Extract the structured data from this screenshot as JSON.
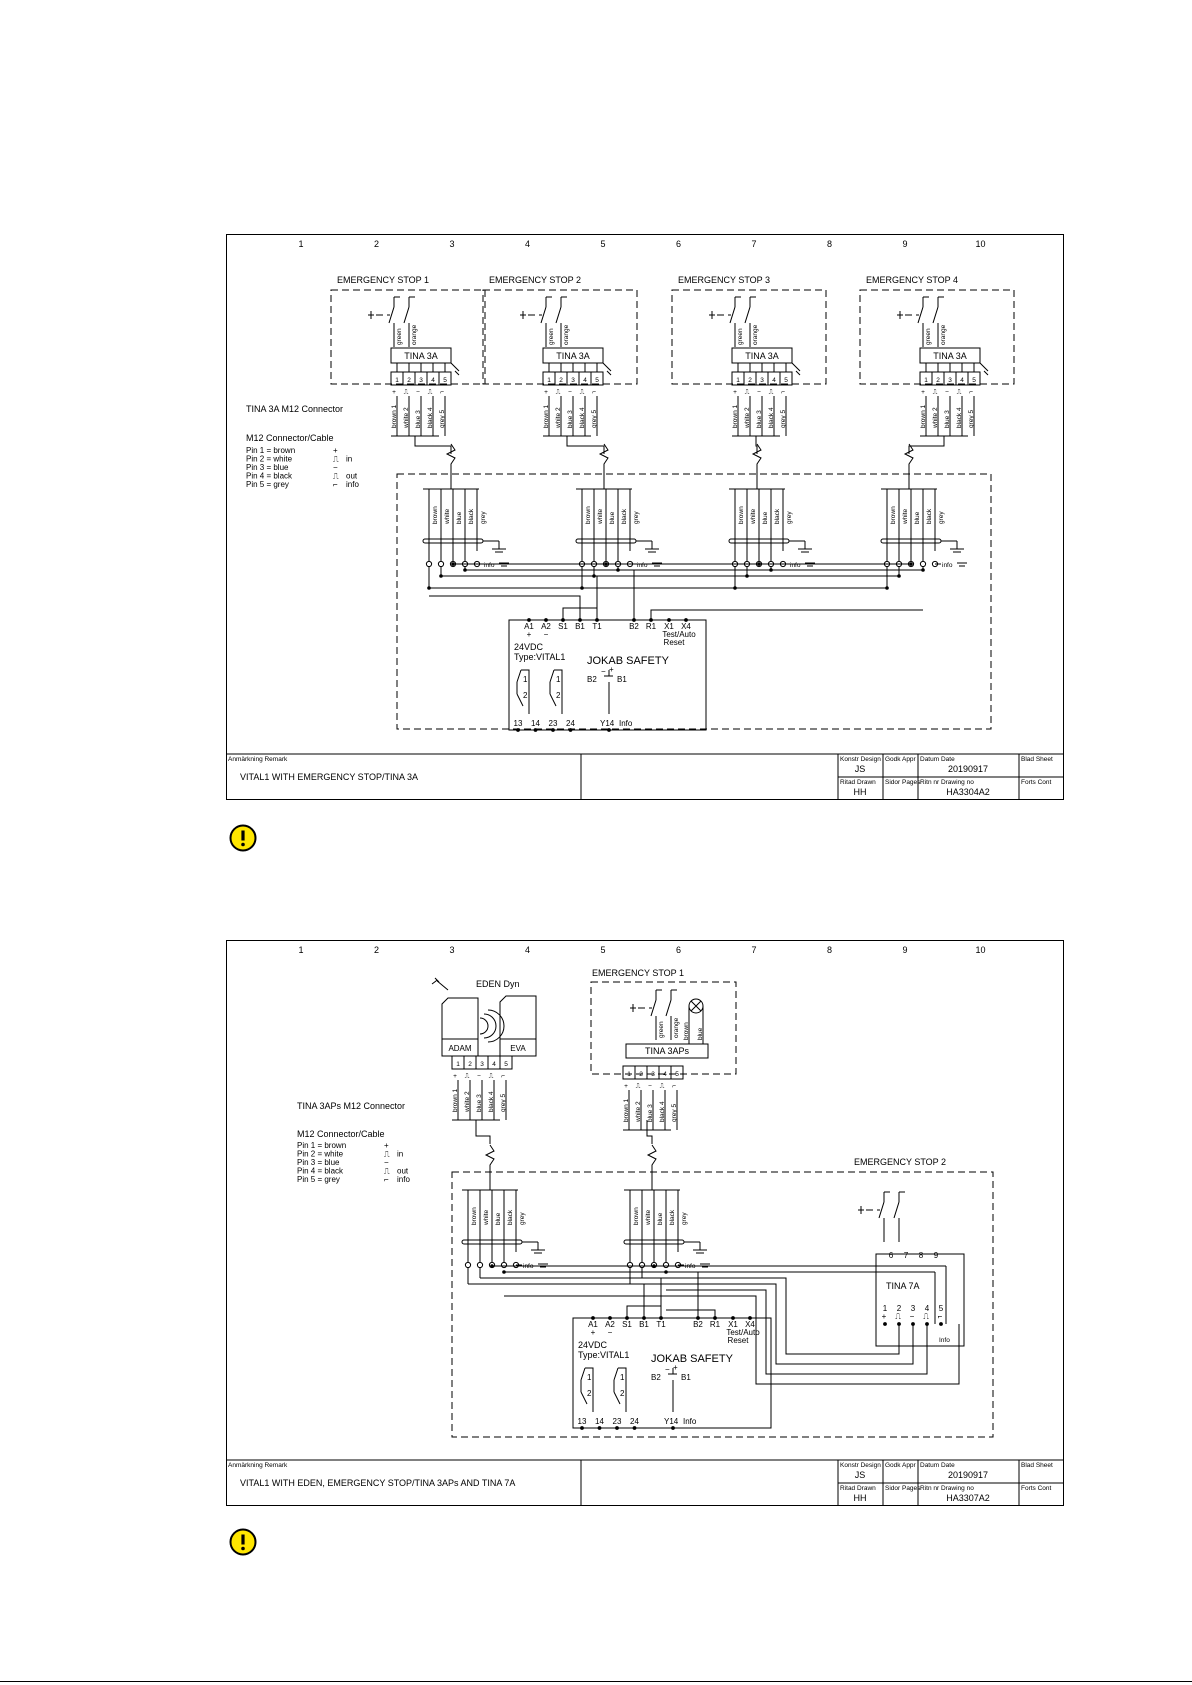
{
  "columns": [
    "1",
    "2",
    "3",
    "4",
    "5",
    "6",
    "7",
    "8",
    "9",
    "10"
  ],
  "common": {
    "relay": {
      "top_terminals": [
        "A1",
        "A2",
        "S1",
        "B1",
        "T1",
        "B2",
        "R1",
        "X1",
        "X4"
      ],
      "plus": "+",
      "minus": "−",
      "voltage": "24VDC",
      "type": "Type:VITAL1",
      "brand": "JOKAB  SAFETY",
      "test_auto": "Test/Auto",
      "reset": "Reset",
      "contact_one": "1",
      "contact_two": "2",
      "bottom_terminals": [
        "13",
        "14",
        "23",
        "24"
      ],
      "b2": "B2",
      "b1": "B1",
      "y14": "Y14",
      "info": "Info"
    },
    "wire_colors": [
      "brown",
      "white",
      "blue",
      "black",
      "grey"
    ],
    "pin_numbers": [
      "1",
      "2",
      "3",
      "4",
      "5"
    ],
    "pin_symbols": [
      "+",
      "⎍",
      "−",
      "⎍",
      "⌐"
    ],
    "cable_info": "info",
    "title_block": {
      "remark": "Anmärkning  Remark",
      "design": "Konstr  Design",
      "appr": "Godk  Appr",
      "date_hdr": "Datum  Date",
      "sheet": "Blad  Sheet",
      "drawn": "Ritad  Drawn",
      "pages": "Sidor  Pages",
      "drawing_no": "Ritn  nr  Drawing  no",
      "cont": "Forts  Cont",
      "designer": "JS",
      "drafter": "HH",
      "date": "20190917"
    },
    "legend": {
      "cable": "M12  Connector/Cable",
      "pins": [
        {
          "pin": "Pin  1  =  brown",
          "sym": "+",
          "func": ""
        },
        {
          "pin": "Pin  2  =  white",
          "sym": "⎍",
          "func": "in"
        },
        {
          "pin": "Pin  3  =  blue",
          "sym": "−",
          "func": ""
        },
        {
          "pin": "Pin  4  =  black",
          "sym": "⎍",
          "func": "out"
        },
        {
          "pin": "Pin  5  =  grey",
          "sym": "⌐",
          "func": "info"
        }
      ]
    }
  },
  "diagram1": {
    "stops": [
      "EMERGENCY  STOP  1",
      "EMERGENCY  STOP  2",
      "EMERGENCY  STOP  3",
      "EMERGENCY  STOP  4"
    ],
    "device": "TINA  3A",
    "contact_green": "green",
    "contact_orange": "orange",
    "legend_title": "TINA  3A  M12  Connector",
    "title": "VITAL1  WITH  EMERGENCY  STOP/TINA  3A",
    "drawing_number": "HA3304A2"
  },
  "diagram2": {
    "eden_title": "EDEN  Dyn",
    "adam": "ADAM",
    "eva": "EVA",
    "stop1": "EMERGENCY  STOP  1",
    "stop2": "EMERGENCY  STOP  2",
    "device": "TINA  3APs",
    "contacts": [
      "green",
      "orange",
      "brown",
      "blue"
    ],
    "legend_title": "TINA  3APs  M12  Connector",
    "tina7a": "TINA  7A",
    "tina7a_top": [
      "6",
      "7",
      "8",
      "9"
    ],
    "tina7a_info": "Info",
    "title": "VITAL1  WITH  EDEN,  EMERGENCY  STOP/TINA  3APs  AND  TINA  7A",
    "drawing_number": "HA3307A2"
  },
  "warning_icon": "exclamation-circle-icon"
}
